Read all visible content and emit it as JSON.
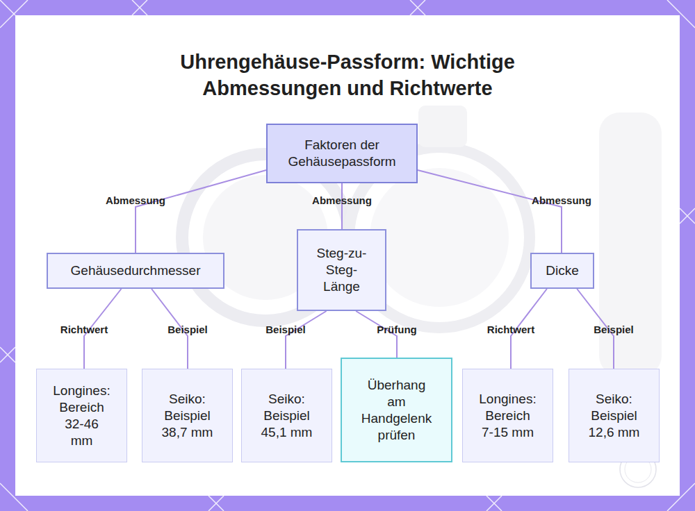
{
  "diagram": {
    "title": "Uhrengehäuse-Passform: Wichtige Abmessungen und Richtwerte",
    "nodes": [
      {
        "text": [
          "Faktoren der Gehäusepassform"
        ]
      },
      {
        "text": [
          "Gehäusedurchmesser"
        ]
      },
      {
        "text": [
          "Steg-zu-Steg-Länge"
        ]
      },
      {
        "text": [
          "Dicke"
        ]
      },
      {
        "text": [
          "Longines: Bereich 32-46 mm"
        ]
      },
      {
        "text": [
          "Seiko: Beispiel 38,7 mm"
        ]
      },
      {
        "text": [
          "Seiko: Beispiel 45,1 mm"
        ]
      },
      {
        "text": [
          "Überhang am Handgelenk prüfen"
        ]
      },
      {
        "text": [
          "Longines: Bereich 7-15 mm"
        ]
      },
      {
        "text": [
          "Seiko: Beispiel 12,6 mm"
        ]
      }
    ],
    "edges": [
      {
        "from": 0,
        "to": 1,
        "label": "Abmessung",
        "arrow": "none"
      },
      {
        "from": 0,
        "to": 2,
        "label": "Abmessung",
        "arrow": "none"
      },
      {
        "from": 0,
        "to": 3,
        "label": "Abmessung",
        "arrow": "none"
      },
      {
        "from": 1,
        "to": 4,
        "label": "Richtwert",
        "arrow": "none"
      },
      {
        "from": 1,
        "to": 5,
        "label": "Beispiel",
        "arrow": "none"
      },
      {
        "from": 2,
        "to": 6,
        "label": "Beispiel",
        "arrow": "none"
      },
      {
        "from": 2,
        "to": 7,
        "label": "Prüfung",
        "arrow": "none"
      },
      {
        "from": 3,
        "to": 8,
        "label": "Richtwert",
        "arrow": "none"
      },
      {
        "from": 3,
        "to": 9,
        "label": "Beispiel",
        "arrow": "none"
      }
    ]
  }
}
